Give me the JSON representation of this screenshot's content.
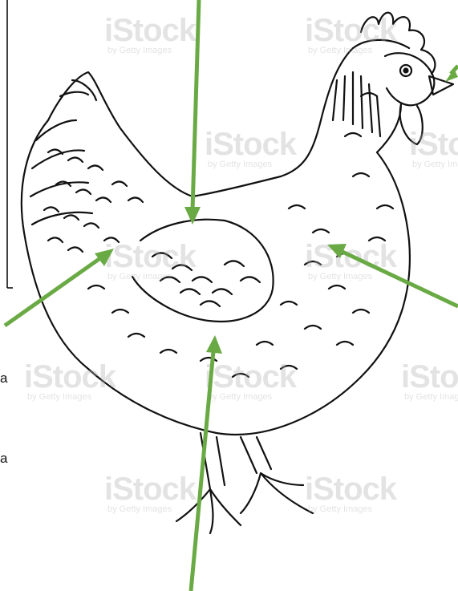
{
  "watermark": {
    "brand": "iStock",
    "byline": "by Getty Images"
  },
  "side_text": [
    "a",
    "a"
  ],
  "colors": {
    "arrow": "#6aaa45",
    "ink": "#111111",
    "box_border": "#000000"
  },
  "subject": "chicken-illustration"
}
